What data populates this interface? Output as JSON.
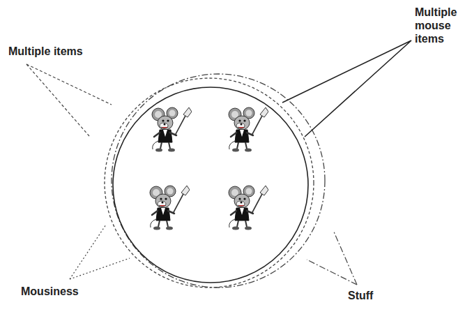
{
  "diagram": {
    "labels": [
      "Multiple items",
      "Multiple mouse items",
      "Mousiness",
      "Stuff"
    ]
  }
}
